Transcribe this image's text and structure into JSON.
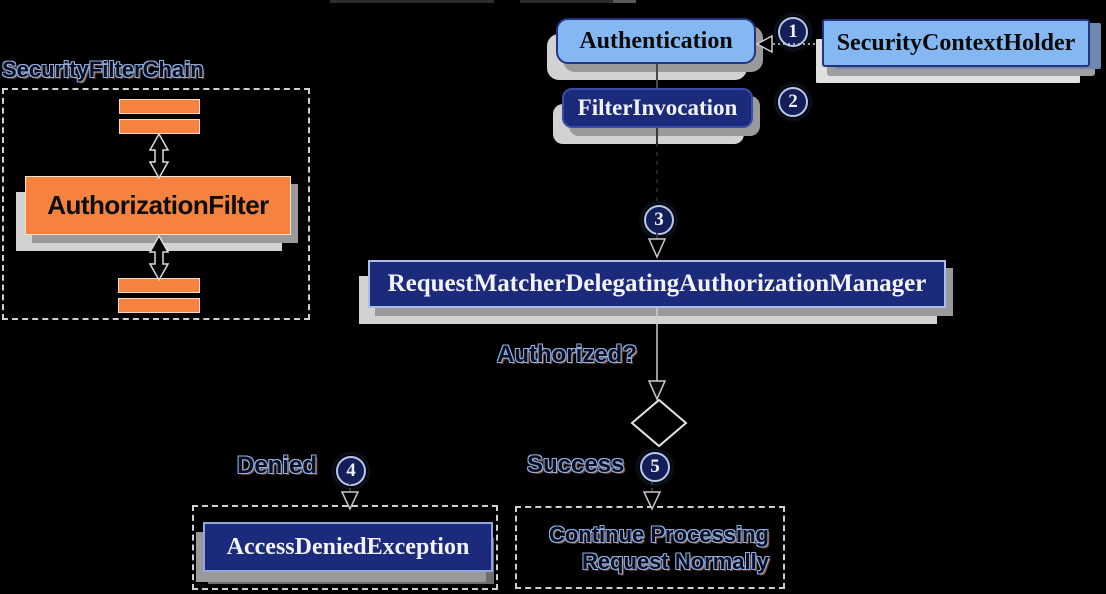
{
  "colors": {
    "background": "#000000",
    "box_orange": "#f5823e",
    "box_navy": "#1b2a7a",
    "box_light_blue": "#85b7f2",
    "shadow_gray": "#9a9a9a"
  },
  "nodes": {
    "authentication": {
      "label": "Authentication"
    },
    "security_context_holder": {
      "label": "SecurityContextHolder"
    },
    "filter_invocation": {
      "label": "FilterInvocation"
    },
    "authorization_filter": {
      "label": "AuthorizationFilter"
    },
    "request_matcher_delegating_authorization_manager": {
      "label": "RequestMatcherDelegatingAuthorizationManager"
    },
    "access_denied_exception": {
      "label": "AccessDeniedException"
    },
    "continue_processing": {
      "line1": "Continue Processing",
      "line2": "Request Normally"
    }
  },
  "labels": {
    "security_filter_chain": "SecurityFilterChain",
    "authorized": "Authorized?",
    "denied": "Denied",
    "success": "Success"
  },
  "steps": [
    "1",
    "2",
    "3",
    "4",
    "5"
  ]
}
